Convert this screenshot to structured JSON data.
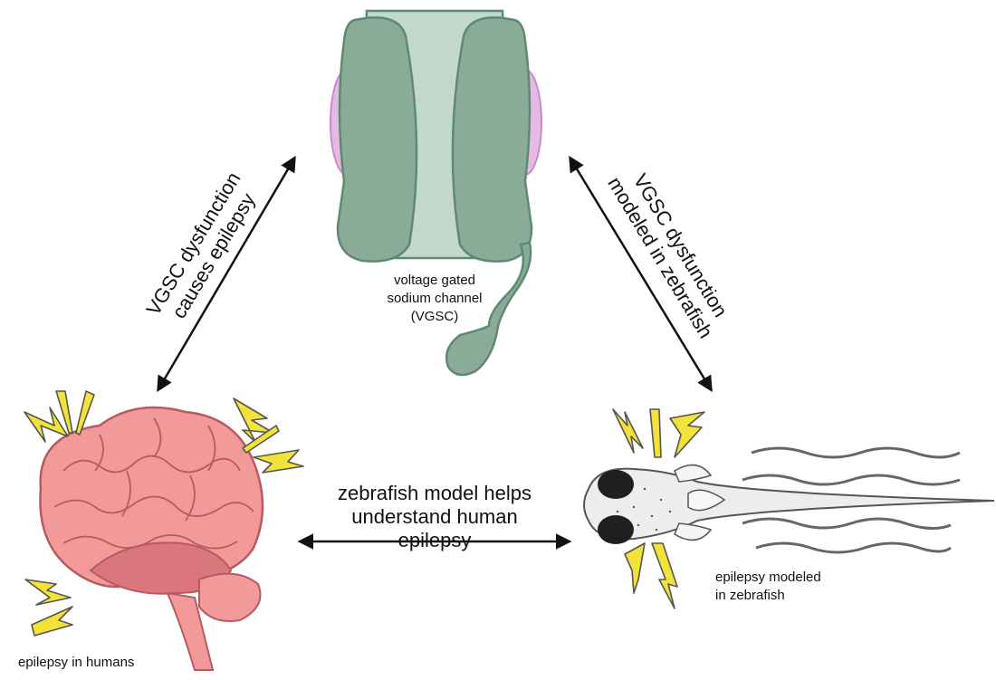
{
  "channel": {
    "label_lines": [
      "voltage gated",
      "sodium channel",
      "(VGSC)"
    ]
  },
  "humans": {
    "label": "epilepsy in humans"
  },
  "zebrafish": {
    "label_lines": [
      "epilepsy modeled",
      "in zebrafish"
    ]
  },
  "arrows": {
    "left_lines": [
      "VGSC dysfunction",
      "causes epilepsy"
    ],
    "right_lines": [
      "VGSC dysfunction",
      "modeled in zebrafish"
    ],
    "bottom_lines": [
      "zebrafish model helps",
      "understand human epilepsy"
    ]
  },
  "colors": {
    "channel_dark": "#8aab98",
    "channel_light": "#c2d8cc",
    "channel_outline": "#5f8a72",
    "channel_side": "#e4b9e2",
    "brain": "#f29a9a",
    "brain_dark": "#d9777c",
    "bolt": "#f2e23a",
    "fish_eye": "#1f1f1f",
    "wave": "#666666"
  }
}
